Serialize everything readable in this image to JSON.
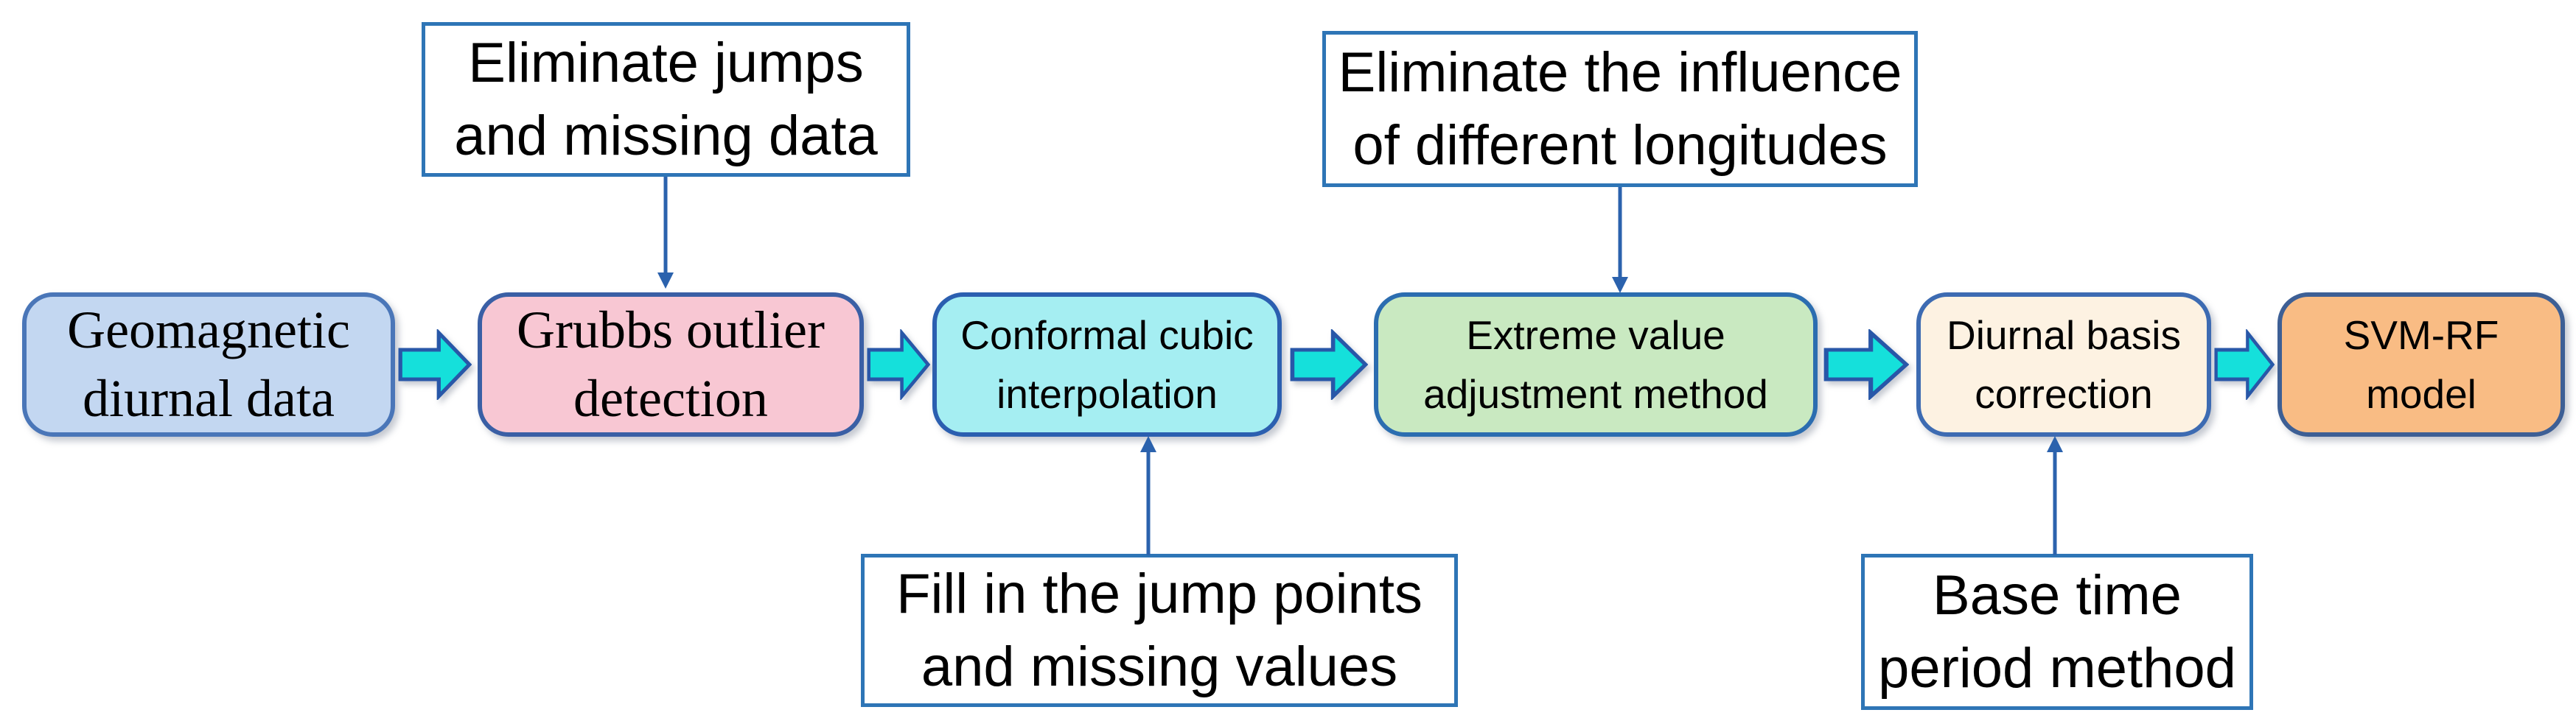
{
  "flow": {
    "arrow_fill": "#15e0db",
    "arrow_stroke": "#2857a8",
    "connector_color": "#2b62ad",
    "annotation_border": "#2e75b6",
    "annotation_fill": "#ffffff",
    "nodes": [
      {
        "id": "geomagnetic-diurnal-data",
        "lines": [
          "Geomagnetic",
          "diurnal data"
        ],
        "fill": "#c3d7f1",
        "border": "#4a76b8"
      },
      {
        "id": "grubbs-outlier-detection",
        "lines": [
          "Grubbs outlier",
          "detection"
        ],
        "fill": "#f8c7d3",
        "border": "#3a5fa5"
      },
      {
        "id": "conformal-cubic-interpolation",
        "lines": [
          "Conformal cubic",
          "interpolation"
        ],
        "fill": "#a5eef2",
        "border": "#2b5fb0"
      },
      {
        "id": "extreme-value-adjustment-method",
        "lines": [
          "Extreme value",
          "adjustment method"
        ],
        "fill": "#c9e9c1",
        "border": "#2b6db0"
      },
      {
        "id": "diurnal-basis-correction",
        "lines": [
          "Diurnal basis",
          "correction"
        ],
        "fill": "#fdf2e2",
        "border": "#3d6bb2"
      },
      {
        "id": "svm-rf-model",
        "lines": [
          "SVM-RF",
          "model"
        ],
        "fill": "#f9bc84",
        "border": "#3d5f95"
      }
    ],
    "annotations": [
      {
        "id": "eliminate-jumps",
        "lines": [
          "Eliminate jumps",
          "and missing data"
        ]
      },
      {
        "id": "eliminate-influence",
        "lines": [
          "Eliminate the influence",
          "of different longitudes"
        ]
      },
      {
        "id": "fill-jump-points",
        "lines": [
          "Fill in the jump points",
          "and missing values"
        ]
      },
      {
        "id": "base-time-period",
        "lines": [
          "Base time",
          "period method"
        ]
      }
    ]
  }
}
